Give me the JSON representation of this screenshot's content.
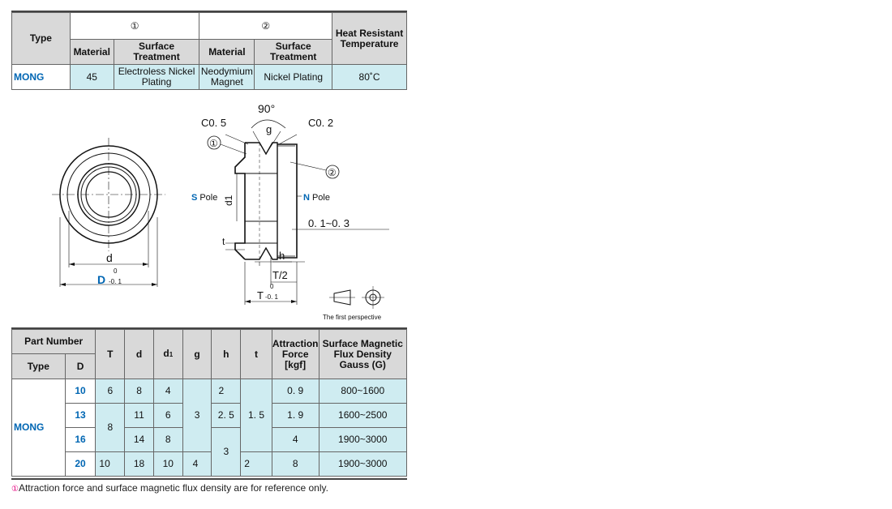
{
  "spec_table": {
    "type_header": "Type",
    "part1_header": "①",
    "part2_header": "②",
    "heat_header": "Heat Resistant Temperature",
    "material_header": "Material",
    "surface_header": "Surface Treatment",
    "row": {
      "type": "MONG",
      "material1": "45",
      "surface1": "Electroless Nickel Plating",
      "material2": "Neodymium Magnet",
      "surface2": "Nickel Plating",
      "heat": "80˚C"
    }
  },
  "drawing": {
    "angle": "90°",
    "chamfer_left": "C0. 5",
    "chamfer_right": "C0. 2",
    "part1": "①",
    "part2": "②",
    "g": "g",
    "d1": "d1",
    "s_letter": "S",
    "pole": "Pole",
    "n_letter": "N",
    "gap": "0. 1~0. 3",
    "t": "t",
    "h": "h",
    "t_half": "T/2",
    "T": "T",
    "tol_upper": "0",
    "tol_lower": "-0. 1",
    "d": "d",
    "D": "D",
    "perspective": "The first perspective"
  },
  "dim_table": {
    "headers": {
      "part_number": "Part Number",
      "type": "Type",
      "D": "D",
      "T": "T",
      "d": "d",
      "d1": "d1",
      "g": "g",
      "h": "h",
      "t": "t",
      "attraction": "Attraction Force [kgf]",
      "flux": "Surface Magnetic Flux Density Gauss (G)"
    },
    "type": "MONG",
    "rows": [
      {
        "D": "10",
        "T": "6",
        "d": "8",
        "d1": "4",
        "h": "2",
        "attraction": "0. 9",
        "flux": "800~1600"
      },
      {
        "D": "13",
        "T": "8",
        "d": "11",
        "d1": "6",
        "h": "2. 5",
        "attraction": "1. 9",
        "flux": "1600~2500"
      },
      {
        "D": "16",
        "d": "14",
        "d1": "8",
        "h": "3",
        "attraction": "4",
        "flux": "1900~3000"
      },
      {
        "D": "20",
        "T": "10",
        "d": "18",
        "d1": "10",
        "attraction": "8",
        "flux": "1900~3000"
      }
    ],
    "g_merged": "3",
    "g_last": "4",
    "t_merged": "1. 5",
    "t_last": "2"
  },
  "note": {
    "mark": "①",
    "text": "Attraction force and surface magnetic flux density are for reference only."
  }
}
